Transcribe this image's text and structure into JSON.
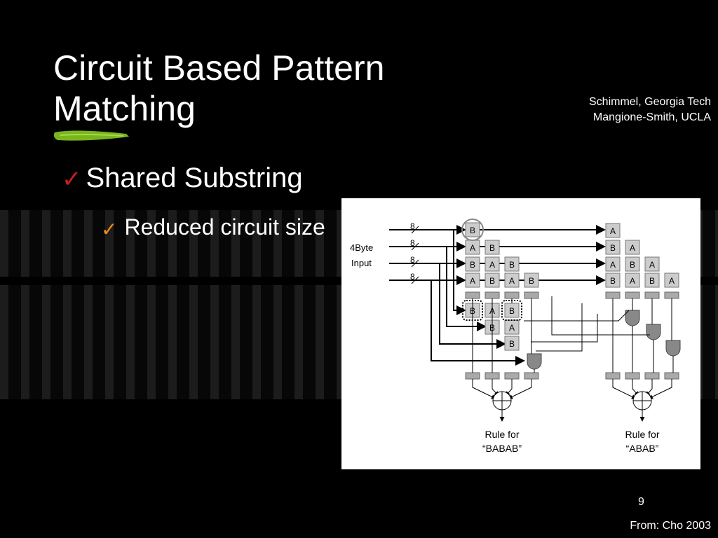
{
  "slide": {
    "title_line1": "Circuit Based Pattern",
    "title_line2": "Matching",
    "credit_line1": "Schimmel, Georgia Tech",
    "credit_line2": "Mangione-Smith, UCLA",
    "bullet1": "Shared Substring",
    "bullet2": "Reduced circuit size",
    "page_number": "9",
    "source": "From: Cho 2003"
  },
  "figure": {
    "input_label_line1": "4Byte",
    "input_label_line2": "Input",
    "bus_width": "8",
    "letter_a": "A",
    "letter_b": "B",
    "rule1_line1": "Rule for",
    "rule1_line2": "“BABAB”",
    "rule2_line1": "Rule for",
    "rule2_line2": "“ABAB”"
  },
  "colors": {
    "background": "#000000",
    "text": "#ffffff",
    "title_underline": "#7ab51d",
    "check_primary": "#c42020",
    "check_secondary": "#f08a18"
  }
}
